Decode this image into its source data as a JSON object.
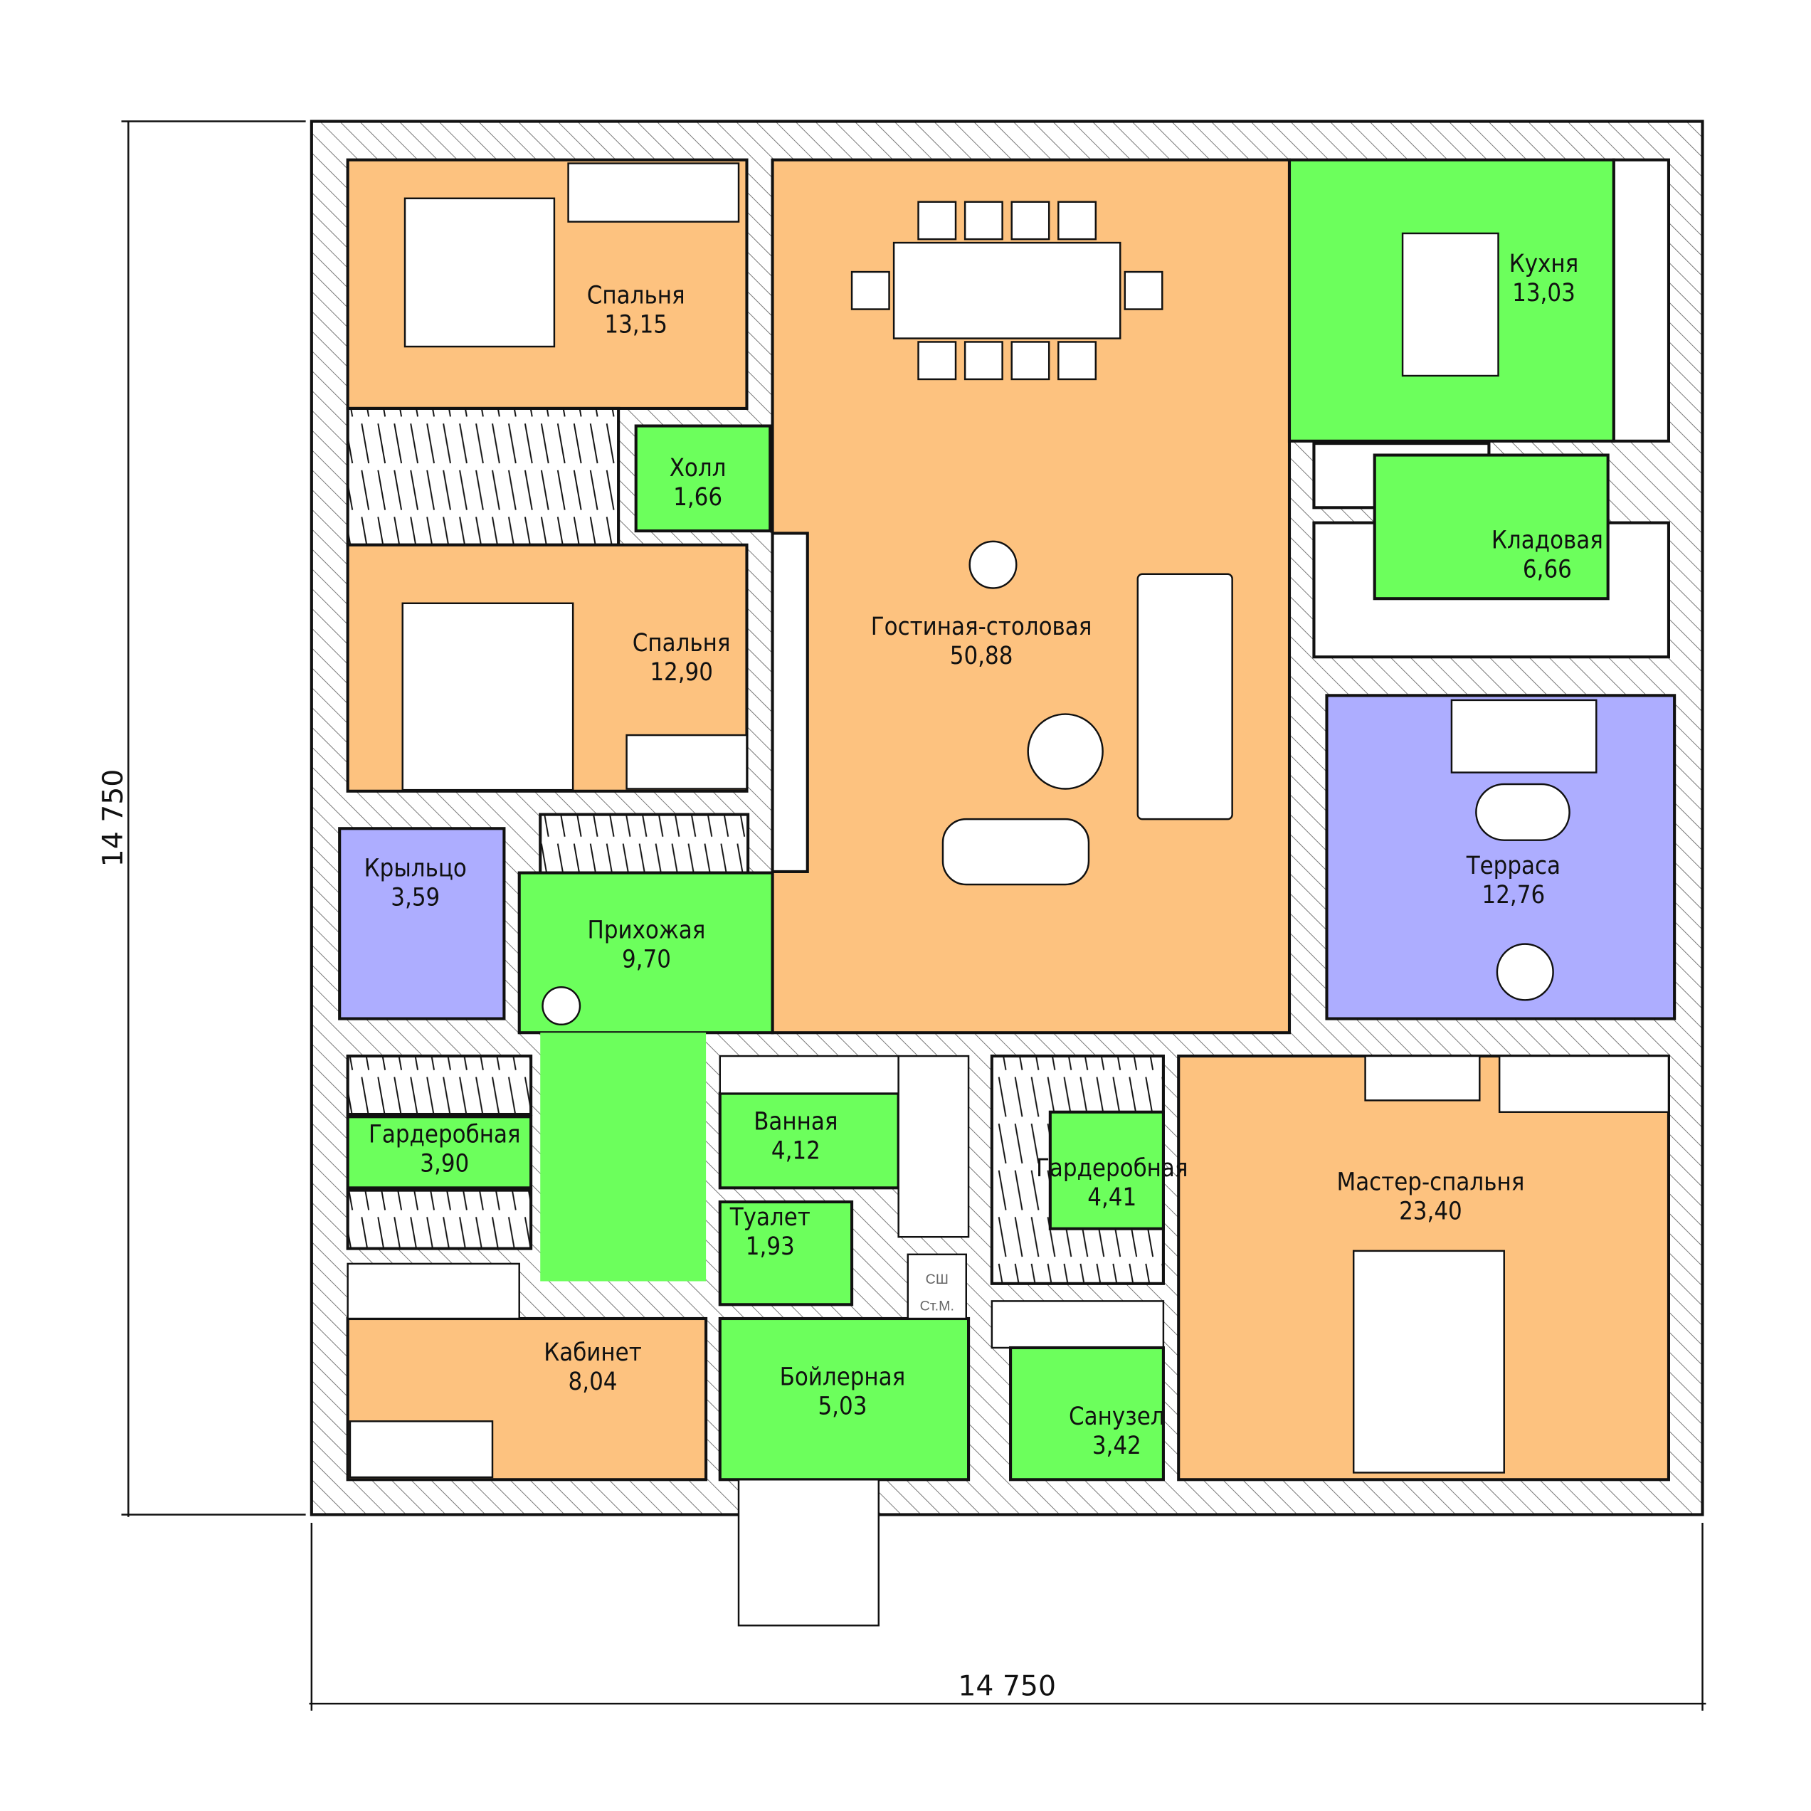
{
  "colors": {
    "living": "#FDC27F",
    "service": "#6CFF5C",
    "outdoor": "#ADADFF",
    "wall_hatch": "#777777"
  },
  "rooms": {
    "bedroom1": {
      "name": "Спальня",
      "area": "13,15"
    },
    "hall": {
      "name": "Холл",
      "area": "1,66"
    },
    "bedroom2": {
      "name": "Спальня",
      "area": "12,90"
    },
    "living": {
      "name": "Гостиная-столовая",
      "area": "50,88"
    },
    "kitchen": {
      "name": "Кухня",
      "area": "13,03"
    },
    "pantry": {
      "name": "Кладовая",
      "area": "6,66"
    },
    "terrace": {
      "name": "Терраса",
      "area": "12,76"
    },
    "porch": {
      "name": "Крыльцо",
      "area": "3,59"
    },
    "entry": {
      "name": "Прихожая",
      "area": "9,70"
    },
    "wardrobe1": {
      "name": "Гардеробная",
      "area": "3,90"
    },
    "bathroom": {
      "name": "Ванная",
      "area": "4,12"
    },
    "toilet": {
      "name": "Туалет",
      "area": "1,93"
    },
    "wardrobe2": {
      "name": "Гардеробная",
      "area": "4,41"
    },
    "master": {
      "name": "Мастер-спальня",
      "area": "23,40"
    },
    "study": {
      "name": "Кабинет",
      "area": "8,04"
    },
    "boiler": {
      "name": "Бойлерная",
      "area": "5,03"
    },
    "shower": {
      "name": "Санузел",
      "area": "3,42"
    }
  },
  "equipment": {
    "washer_line1": "СШ",
    "washer_line2": "Ст.М."
  },
  "dimensions": {
    "width": "14  750",
    "height": "14  750"
  }
}
